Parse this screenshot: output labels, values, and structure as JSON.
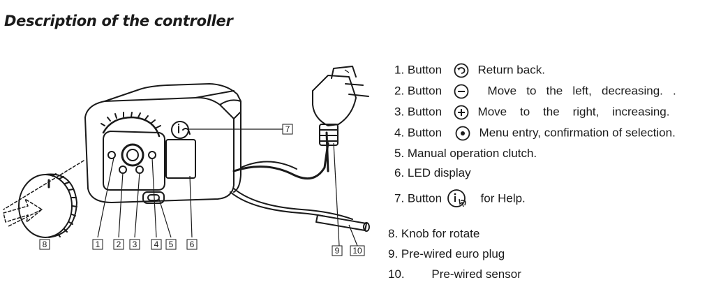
{
  "title": "Description of the controller",
  "callouts": [
    "1",
    "2",
    "3",
    "4",
    "5",
    "6",
    "7",
    "8",
    "9",
    "10"
  ],
  "legend": {
    "item1": {
      "prefix": "1. Button",
      "text": "Return back."
    },
    "item2": {
      "prefix": "2. Button",
      "text": "Move   to   the   left,   decreasing.   ."
    },
    "item3": {
      "prefix": "3. Button",
      "text": "Move    to    the    right,    increasing."
    },
    "item4": {
      "prefix": "4. Button",
      "text": "Menu entry, confirmation of selection."
    },
    "item5": "5. Manual operation clutch.",
    "item6": "6.  LED display",
    "item7": {
      "prefix": "7. Button",
      "text": "for Help."
    },
    "item8": "8.   Knob for rotate",
    "item9": "9.   Pre-wired euro plug",
    "item10": {
      "prefix": "10.",
      "text": "Pre-wired sensor"
    }
  },
  "icons": {
    "item1": "return-arrow-icon",
    "item2": "minus-circle-icon",
    "item3": "plus-circle-icon",
    "item4": "dot-circle-icon",
    "item7": "info-touch-icon"
  }
}
